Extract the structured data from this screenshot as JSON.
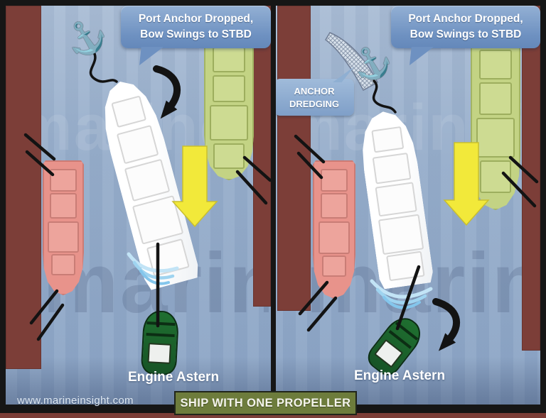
{
  "title_banner": "SHIP WITH ONE PROPELLER",
  "website": "www.marineinsight.com",
  "watermark": "marineinsight",
  "panels": {
    "left": {
      "callout": {
        "line1": "Port Anchor Dropped,",
        "line2": "Bow Swings to STBD"
      },
      "caption": "Engine Astern",
      "anchor_glyph": "⚓"
    },
    "right": {
      "callout": {
        "line1": "Port Anchor Dropped,",
        "line2": "Bow Swings to STBD"
      },
      "anchor_label": "ANCHOR\nDREDGING",
      "caption": "Engine Astern",
      "anchor_glyph": "⚓"
    }
  },
  "colors": {
    "water": "#93aac8",
    "dock": "#7c3e38",
    "callout_blue": "#7293c3",
    "ship_main": "#ffffff",
    "moored_ship_port": "#e8938b",
    "moored_ship_stbd": "#c3d384",
    "tug_green": "#1c632b",
    "swing_arrow_black": "#151515",
    "astern_arrow_yellow": "#f2e93a",
    "banner_olive": "#6d7c3c"
  }
}
